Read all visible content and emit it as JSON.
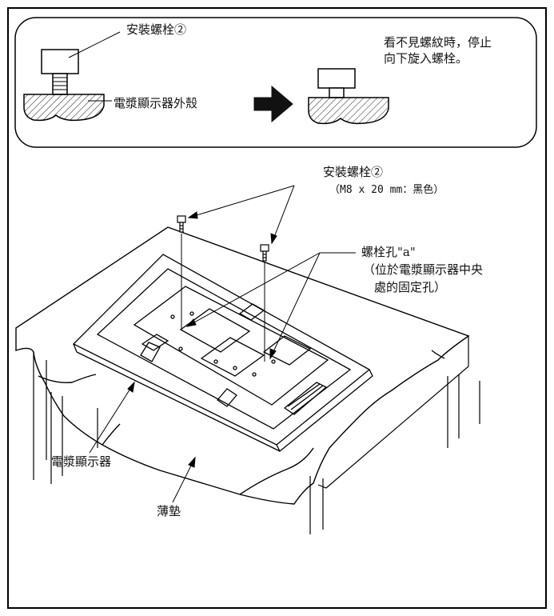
{
  "inset": {
    "bolt_label": "安裝螺栓②",
    "housing_label": "電漿顯示器外殼",
    "note_line1": "看不見螺紋時，停止",
    "note_line2": "向下旋入螺栓。"
  },
  "main": {
    "bolt_label": "安裝螺栓②",
    "bolt_spec": "（M8 x 20 mm：黑色）",
    "hole_label": "螺栓孔\"a\"",
    "hole_desc_line1": "（位於電漿顯示器中央",
    "hole_desc_line2": "處的固定孔）",
    "display_label": "電漿顯示器",
    "pad_label": "薄墊"
  }
}
